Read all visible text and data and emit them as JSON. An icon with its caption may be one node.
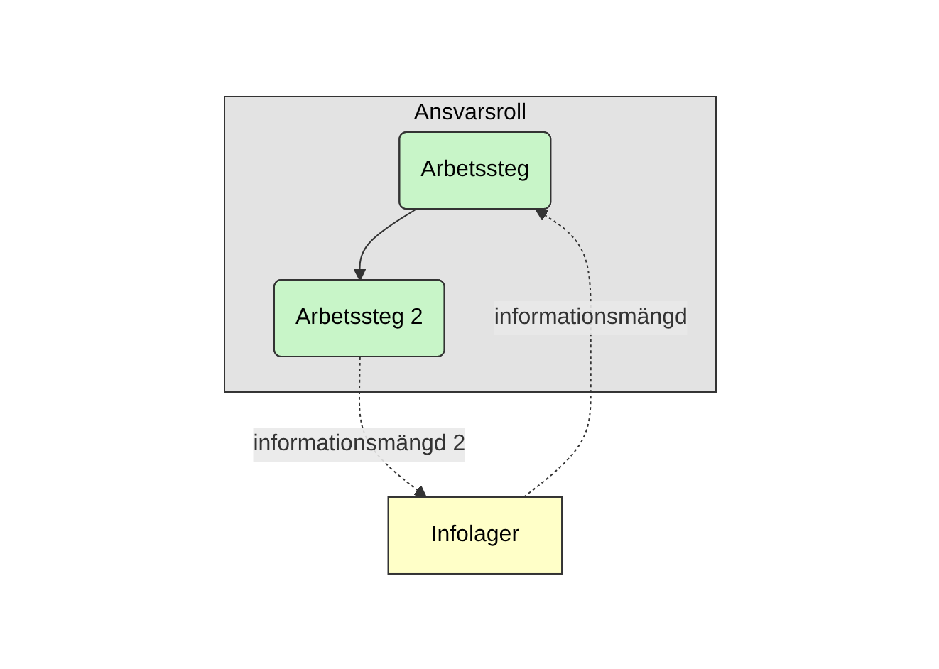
{
  "diagram": {
    "nodes": [
      {
        "text": [
          "Ansvarsroll"
        ]
      },
      {
        "text": [
          "Arbetssteg"
        ],
        "in": 0
      },
      {
        "text": [
          "Arbetssteg 2"
        ],
        "in": 0
      },
      {
        "text": [
          "Infolager"
        ]
      }
    ],
    "edges": [
      {
        "from": 1,
        "to": 2,
        "arrow": "to"
      },
      {
        "from": 3,
        "to": 1,
        "arrow": "to",
        "style": "dashed",
        "label": "informationsmängd"
      },
      {
        "from": 2,
        "to": 3,
        "arrow": "to",
        "style": "dashed",
        "label": "informationsmängd 2"
      }
    ]
  }
}
